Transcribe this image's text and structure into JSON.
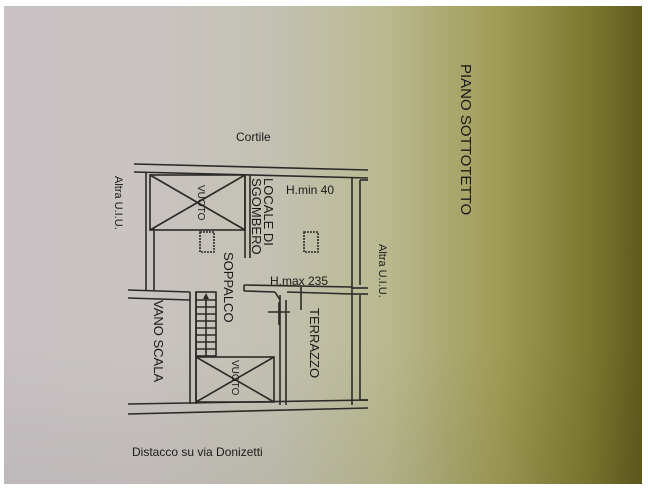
{
  "document": {
    "type": "floor plan photo",
    "title": "PIANO SOTTOTETTO",
    "labels": {
      "top_courtyard": "Cortile",
      "left_neighbor": "Altra U.I.U.",
      "right_neighbor": "Altra U.I.U.",
      "bottom_street": "Distacco su via Donizetti"
    },
    "rooms": [
      {
        "name": "VUOTO",
        "position": "upper-left void"
      },
      {
        "name": "LOCALE DI SGOMBERO",
        "position": "upper-right"
      },
      {
        "name": "SOPPALCO",
        "position": "center"
      },
      {
        "name": "VANO SCALA",
        "position": "lower-left"
      },
      {
        "name": "VUOTO",
        "position": "lower-center void"
      },
      {
        "name": "TERRAZZO",
        "position": "lower-right"
      }
    ],
    "annotations": {
      "h_min": "H.min 40",
      "h_max": "H.max 235"
    }
  }
}
